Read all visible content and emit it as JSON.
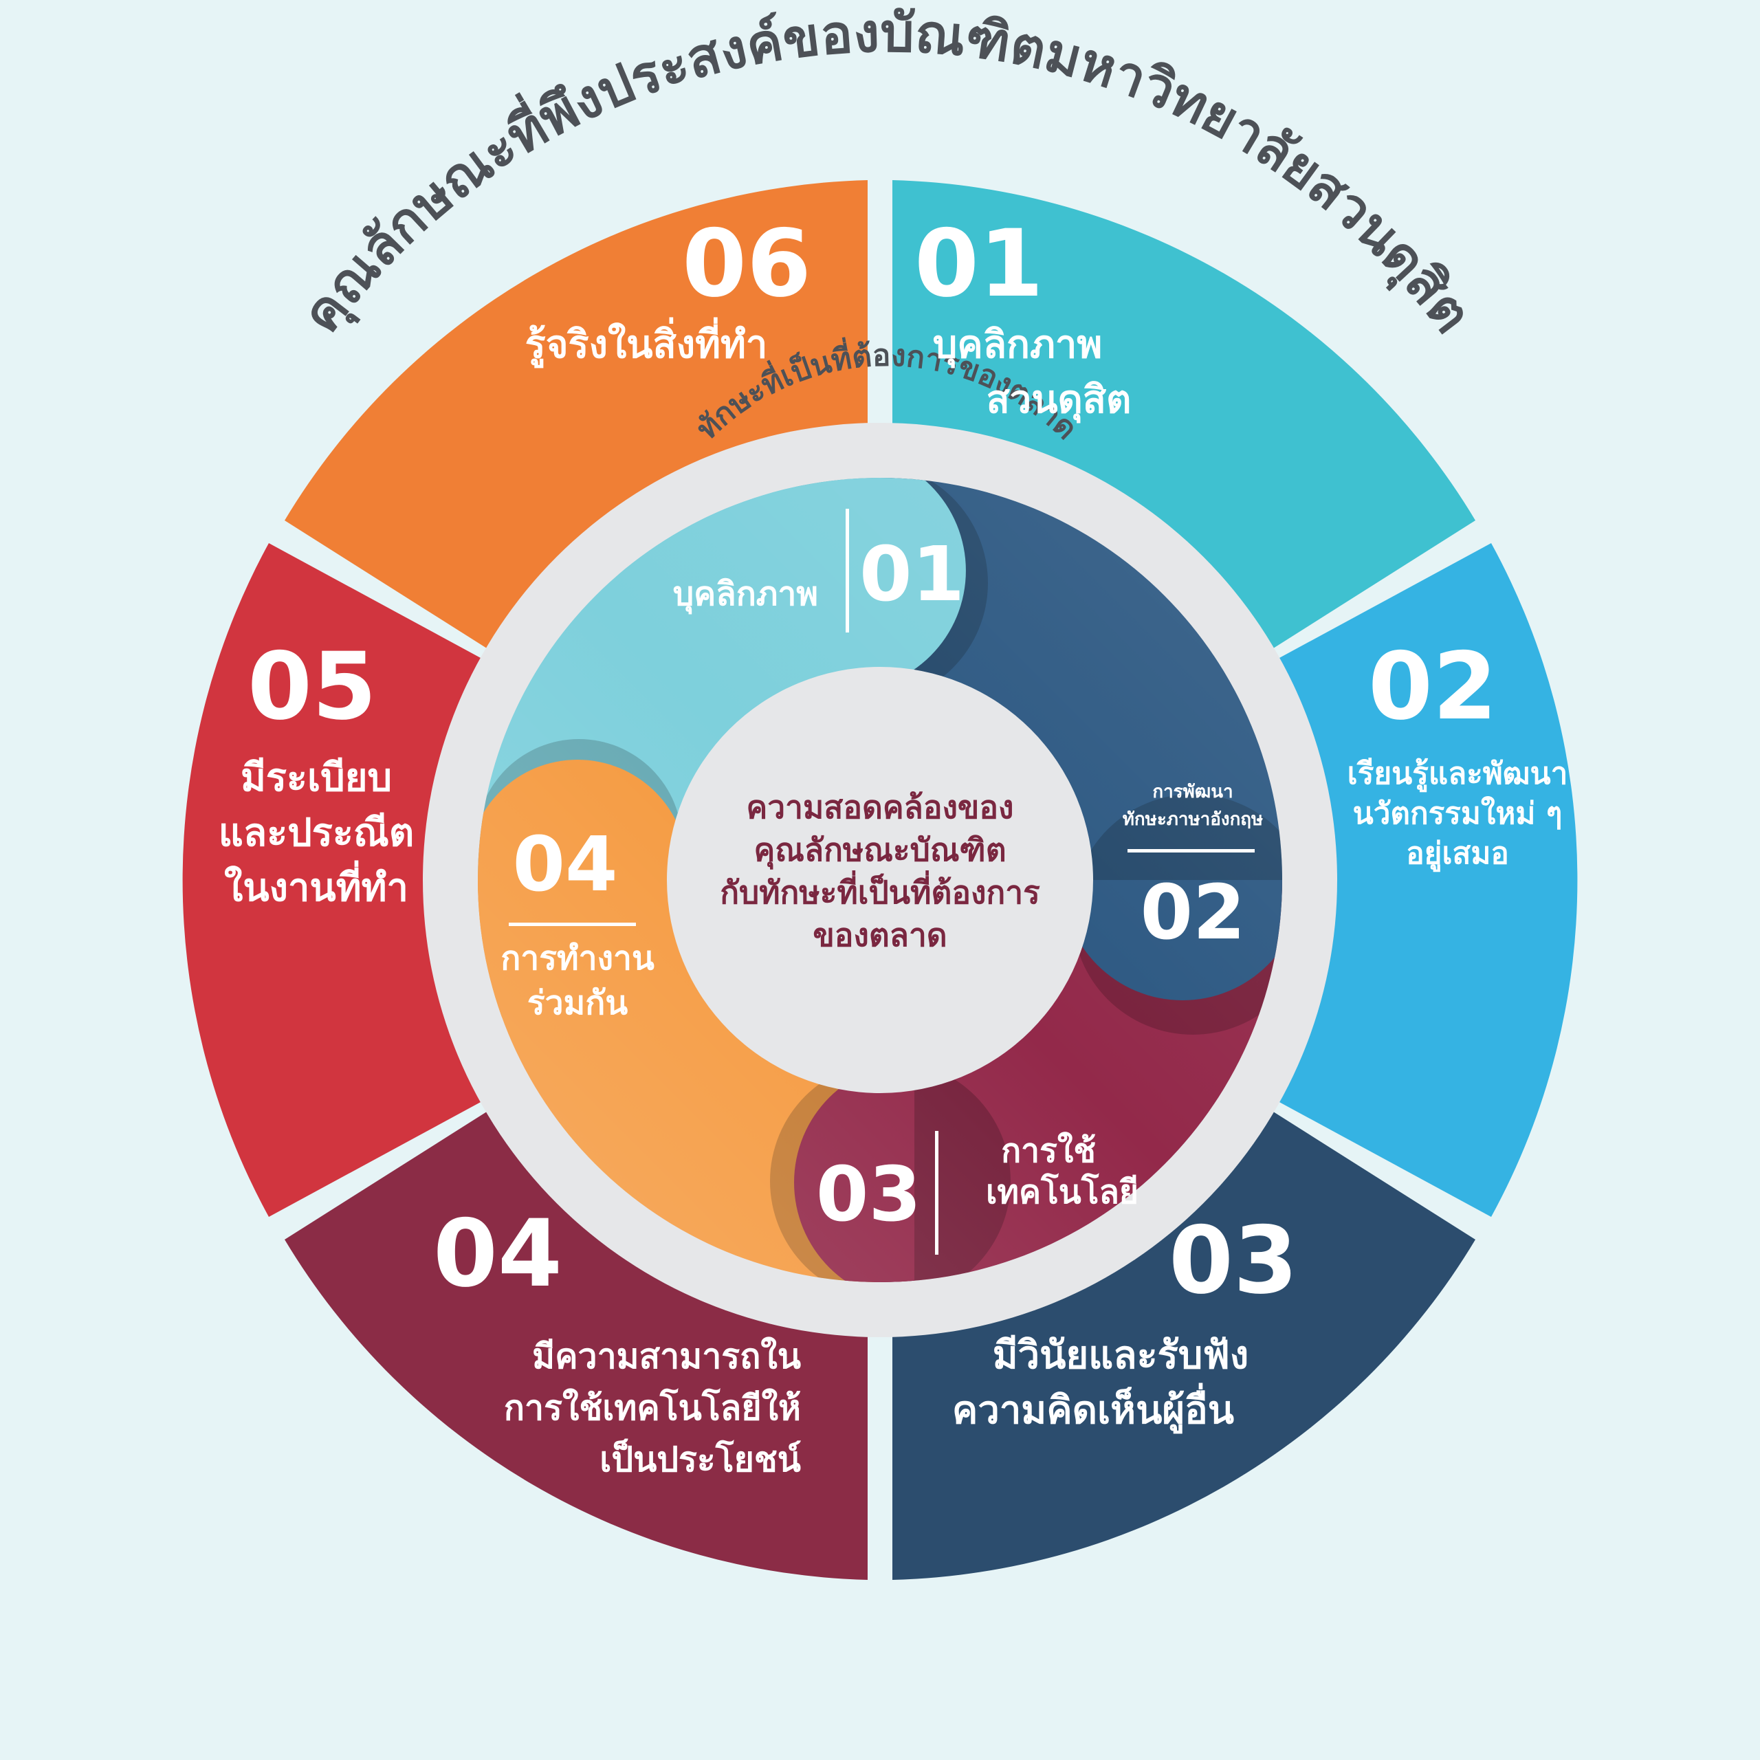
{
  "outer_title": "คุณลักษณะที่พึงประสงค์ของบัณฑิตมหาวิทยาลัยสวนดุสิต",
  "inner_title": "ทักษะที่เป็นที่ต้องการของตลาด",
  "center": {
    "lines": [
      "ความสอดคล้องของ",
      "คุณลักษณะบัณฑิต",
      "กับทักษะที่เป็นที่ต้องการ",
      "ของตลาด"
    ]
  },
  "outer_segments": [
    {
      "number": "01",
      "lines": [
        "บุคลิกภาพ",
        "สวนดุสิต"
      ],
      "color": "#3fc1d0"
    },
    {
      "number": "02",
      "lines": [
        "เรียนรู้และพัฒนา",
        "นวัตกรรมใหม่ ๆ",
        "อยู่เสมอ"
      ],
      "color": "#35b3e3"
    },
    {
      "number": "03",
      "lines": [
        "มีวินัยและรับฟัง",
        "ความคิดเห็นผู้อื่น"
      ],
      "color": "#2c4d6e"
    },
    {
      "number": "04",
      "lines": [
        "มีความสามารถใน",
        "การใช้เทคโนโลยีให้",
        "เป็นประโยชน์"
      ],
      "color": "#8b2c46"
    },
    {
      "number": "05",
      "lines": [
        "มีระเบียบ",
        "และประณีต",
        "ในงานที่ทำ"
      ],
      "color": "#d1353f"
    },
    {
      "number": "06",
      "lines": [
        "รู้จริงในสิ่งที่ทำ"
      ],
      "color": "#f07f35"
    }
  ],
  "inner_segments": [
    {
      "number": "01",
      "lines": [
        "บุคลิกภาพ"
      ],
      "color": "#7ed0dc"
    },
    {
      "number": "02",
      "lines": [
        "การพัฒนา",
        "ทักษะภาษาอังกฤษ"
      ],
      "color": "#2c5882"
    },
    {
      "number": "03",
      "lines": [
        "การใช้",
        "เทคโนโลยี"
      ],
      "color": "#93294a"
    },
    {
      "number": "04",
      "lines": [
        "การทำงาน",
        "ร่วมกัน"
      ],
      "color": "#f59a40"
    }
  ],
  "colors": {
    "background": "#e6f4f6",
    "ring": "#e6e7e9",
    "title": "#4d5157",
    "center_text": "#7a2740"
  }
}
